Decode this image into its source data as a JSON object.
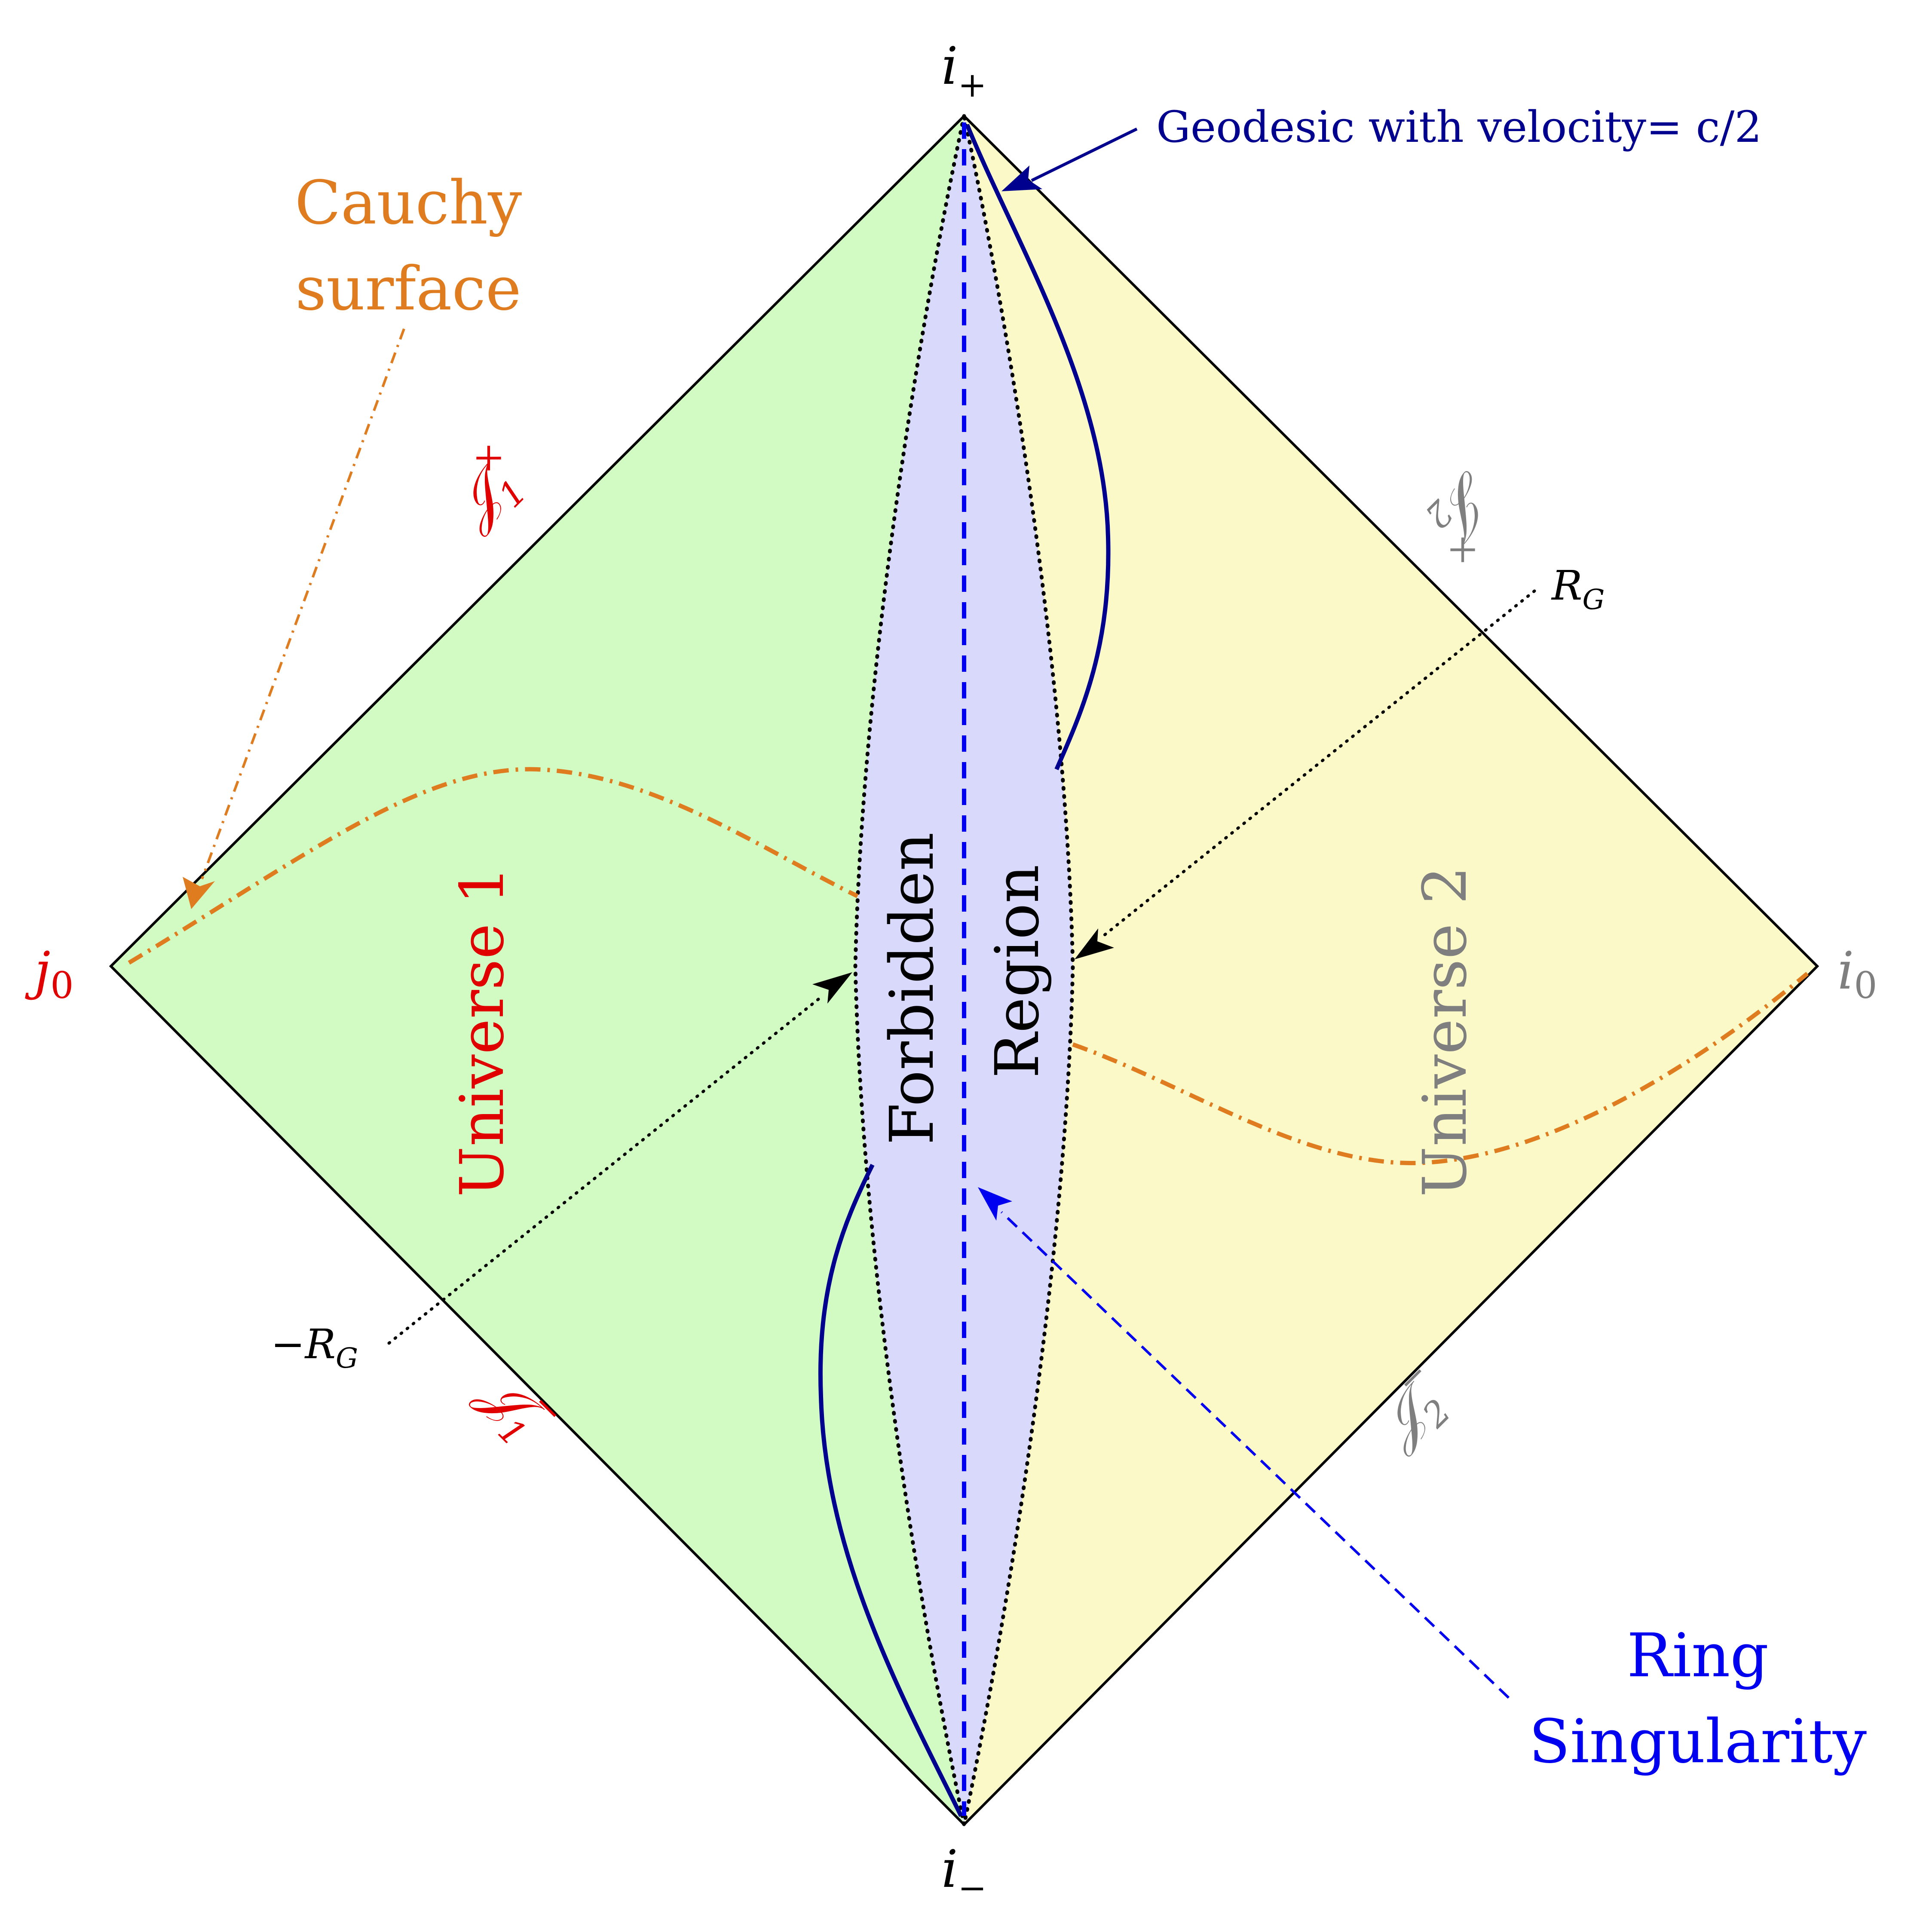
{
  "colors": {
    "universe1_fill": "#d1fbc2",
    "universe2_fill": "#fcf9c8",
    "forbidden_fill": "#d9d9fb",
    "boundary": "#000000",
    "cauchy": "#de7c1f",
    "geodesic": "#00008e",
    "ring_singularity": "#0000f0",
    "red_label": "#e00000",
    "gray_label": "#7f7f7f"
  },
  "vertices": {
    "top": {
      "base": "i",
      "sub": "+"
    },
    "bottom": {
      "base": "i",
      "sub": "−"
    },
    "left": {
      "base": "j",
      "sub": "0"
    },
    "right": {
      "base": "i",
      "sub": "0"
    }
  },
  "null_infinity": {
    "future_1": {
      "base": "𝒥",
      "sub": "1",
      "sup": "×"
    },
    "past_1": {
      "base": "𝒥",
      "sub": "1",
      "sup": "−"
    },
    "future_2": {
      "base": "𝒥",
      "sub": "2",
      "sup": "×"
    },
    "past_2": {
      "base": "𝒥",
      "sub": "2",
      "sup": "−"
    }
  },
  "regions": {
    "universe_1": "Universe 1",
    "universe_2": "Universe 2",
    "forbidden_1": "Forbidden",
    "forbidden_2": "Region"
  },
  "annotations": {
    "cauchy_line1": "Cauchy",
    "cauchy_line2": "surface",
    "geodesic": "Geodesic with velocity= c/2",
    "ring_line1": "Ring",
    "ring_line2": "Singularity",
    "rg_pos": {
      "base": "R",
      "sub": "G"
    },
    "rg_neg": {
      "base": "−R",
      "sub": "G"
    }
  }
}
